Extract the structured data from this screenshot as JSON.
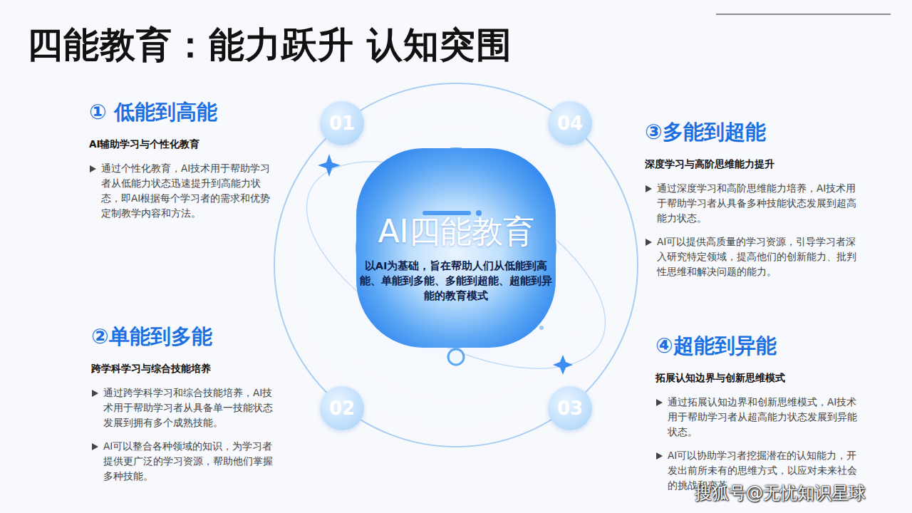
{
  "diagram": {
    "title": "四能教育：能力跃升  认知突围",
    "nodes": [
      {
        "text": [
          "AI四能教育",
          "以AI为基础，旨在帮助人们从低能到高能、单能到多能、多能到超能、超能到异能的教育模式"
        ]
      },
      {
        "text": [
          "01"
        ]
      },
      {
        "text": [
          "04"
        ]
      },
      {
        "text": [
          "02"
        ]
      },
      {
        "text": [
          "03"
        ]
      }
    ],
    "labels": [
      "① 低能到高能",
      "AI辅助学习与个性化教育",
      "通过个性化教育，AI技术用于帮助学习者从低能力状态迅速提升到高能力状态，即AI根据每个学习者的需求和优势定制教学内容和方法。",
      "③多能到超能",
      "深度学习与高阶思维能力提升",
      "通过深度学习和高阶思维能力培养，AI技术用于帮助学习者从具备多种技能状态发展到超高能力状态。",
      "AI可以提供高质量的学习资源，引导学习者深入研究特定领域，提高他们的创新能力、批判性思维和解决问题的能力。",
      "②单能到多能",
      "跨学科学习与综合技能培养",
      "通过跨学科学习和综合技能培养，AI技术用于帮助学习者从具备单一技能状态发展到拥有多个成熟技能。",
      "AI可以整合各种领域的知识，为学习者提供更广泛的学习资源，帮助他们掌握多种技能。",
      "④超能到异能",
      "拓展认知边界与创新思维模式",
      "通过拓展认知边界和创新思维模式，AI技术用于帮助学习者从超高能力状态发展到异能状态。",
      "AI可以协助学习者挖掘潜在的认知能力，开发出前所未有的思维方式，以应对未来社会的挑战和变革。",
      "搜狐号@无忧知识星球"
    ]
  }
}
